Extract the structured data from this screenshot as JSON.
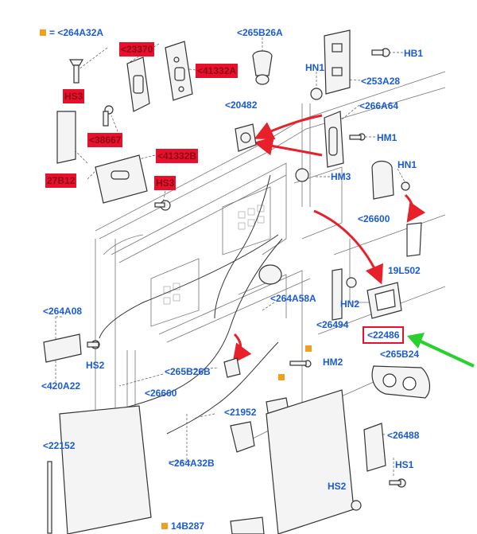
{
  "legend": {
    "marker_color": "#f0a020",
    "text": "= <264A32A"
  },
  "colors": {
    "label": "#1a5bd6",
    "highlight": "#e8112d",
    "arrow": "#e8202a",
    "pointer": "#29d12e",
    "line": "#333333",
    "legend_marker": "#f0a020"
  },
  "labels": {
    "l_265B26A": "<265B26A",
    "l_HB1": "HB1",
    "l_HN1_top": "HN1",
    "l_253A28": "<253A28",
    "l_20482": "<20482",
    "l_266A64": "<266A64",
    "l_HM1": "HM1",
    "l_HN1_right": "HN1",
    "l_HM3": "HM3",
    "l_26600": "<26600",
    "l_19L502": "19L502",
    "l_264A58A": "<264A58A",
    "l_HN2": "HN2",
    "l_26494": "<26494",
    "l_265B24": "<265B24",
    "l_264A08": "<264A08",
    "l_HS2_left": "HS2",
    "l_420A22": "<420A22",
    "l_265B26B": "<265B26B",
    "l_26660": "<26660",
    "l_HM2": "HM2",
    "l_21952": "<21952",
    "l_22152": "<22152",
    "l_264A32B": "<264A32B",
    "l_26488": "<26488",
    "l_HS1": "HS1",
    "l_HS2_right": "HS2",
    "l_14B287": "14B287"
  },
  "highlighted_labels": {
    "h_23370": "<23370",
    "h_41332A": "<41332A",
    "h_HS3_top": "HS3",
    "h_38667": "<38667",
    "h_41332B": "<41332B",
    "h_27B12": "27B12",
    "h_HS3_bottom": "HS3"
  },
  "callout": {
    "label": "<22486"
  }
}
